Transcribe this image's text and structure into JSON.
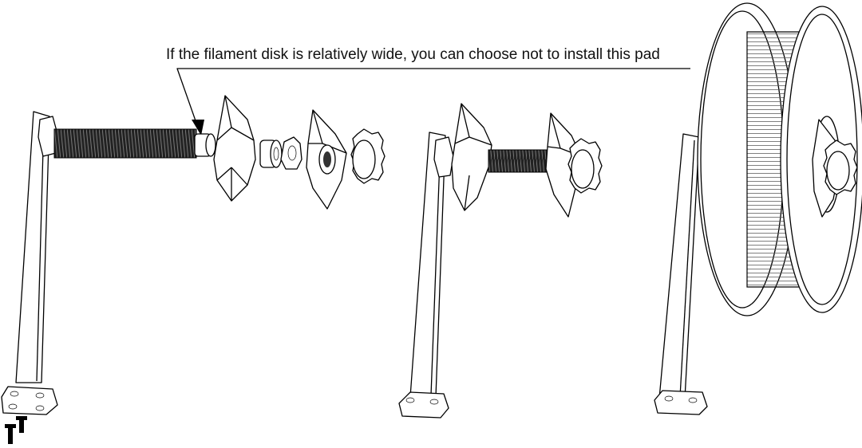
{
  "callout": {
    "text": "If the filament disk is relatively wide, you can choose not to install this pad"
  },
  "stages": [
    {
      "name": "exploded-assembly",
      "parts": [
        "bracket",
        "threaded-rod",
        "pad",
        "cone-holder",
        "bushing",
        "hex-nut",
        "cone-holder",
        "knob"
      ]
    },
    {
      "name": "assembled-holder",
      "parts": [
        "bracket",
        "cone-holder",
        "threaded-rod",
        "cone-holder",
        "knob"
      ]
    },
    {
      "name": "holder-with-spool",
      "parts": [
        "bracket",
        "filament-spool",
        "knob"
      ]
    }
  ],
  "screws": {
    "count": 2
  }
}
